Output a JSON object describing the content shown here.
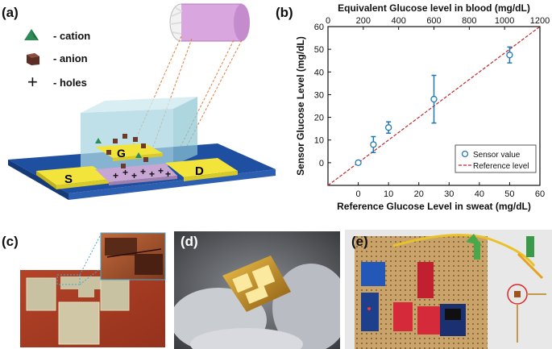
{
  "figure": {
    "panels": {
      "a": "(a)",
      "b": "(b)",
      "c": "(c)",
      "d": "(d)",
      "e": "(e)"
    }
  },
  "panel_a": {
    "legend": {
      "cation": "- cation",
      "anion": "- anion",
      "holes": "- holes",
      "holes_symbol": "+"
    },
    "labels": {
      "gate": "G",
      "source": "S",
      "drain": "D"
    },
    "colors": {
      "cation": "#2e8b57",
      "anion": "#6b3a2a",
      "substrate": "#1f4fa0",
      "electrode": "#f2e43a",
      "channel": "#c7a6d4",
      "fiber": "#d9a6e0"
    }
  },
  "chart_data": {
    "type": "scatter",
    "xlabel": "Reference Glucose Level in sweat (mg/dL)",
    "ylabel": "Sensor Glucose Level (mg/dL)",
    "x2label": "Equivalent Glucose level in blood (mg/dL)",
    "xlim": [
      -10,
      60
    ],
    "ylim": [
      -10,
      60
    ],
    "x2lim": [
      0,
      1200
    ],
    "xticks": [
      0,
      10,
      20,
      30,
      40,
      50,
      60
    ],
    "yticks": [
      0,
      10,
      20,
      30,
      40,
      50,
      60
    ],
    "x2ticks": [
      0,
      200,
      400,
      600,
      800,
      1000,
      1200
    ],
    "series": [
      {
        "name": "Sensor value",
        "color": "#1f77b4",
        "points": [
          {
            "x": 0,
            "y": 0,
            "err": 0
          },
          {
            "x": 5,
            "y": 8,
            "err": 3.5
          },
          {
            "x": 10,
            "y": 15.5,
            "err": 2.5
          },
          {
            "x": 25,
            "y": 28,
            "err": 10.5
          },
          {
            "x": 50,
            "y": 47.5,
            "err": 3.5
          }
        ]
      }
    ],
    "reference_line": {
      "name": "Reference level",
      "color": "#c0282d",
      "from": [
        -10,
        -10
      ],
      "to": [
        60,
        60
      ]
    },
    "legend_position": "bottom-right"
  }
}
